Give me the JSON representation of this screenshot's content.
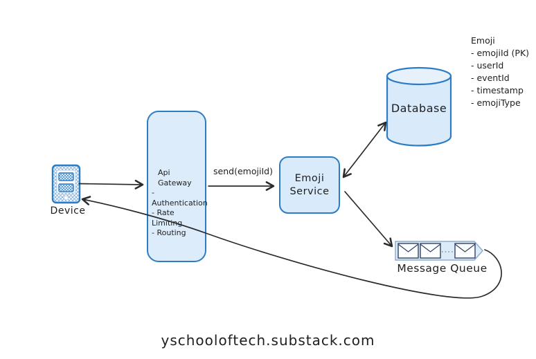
{
  "diagram": {
    "device": {
      "label": "Device"
    },
    "api_gateway": {
      "lines": [
        "Api Gateway",
        "- Authentication",
        "- Rate Limiting",
        "- Routing"
      ]
    },
    "send_label": "send(emojiId)",
    "emoji_service": {
      "line1": "Emoji",
      "line2": "Service"
    },
    "database": {
      "label": "Database"
    },
    "emoji_schema": {
      "lines": [
        "Emoji",
        "- emojiId (PK)",
        "- userId",
        "- eventId",
        "- timestamp",
        "- emojiType"
      ]
    },
    "message_queue": {
      "label": "Message Queue"
    }
  },
  "footer": {
    "text": "yschooloftech.substack.com"
  },
  "colors": {
    "node_stroke": "#2b7cc4",
    "node_fill": "#dcebfa",
    "ink": "#1e1e1e",
    "arrow": "#2b2b2b",
    "envelope_stroke": "#31415f",
    "queue_border": "#8fadcd"
  }
}
